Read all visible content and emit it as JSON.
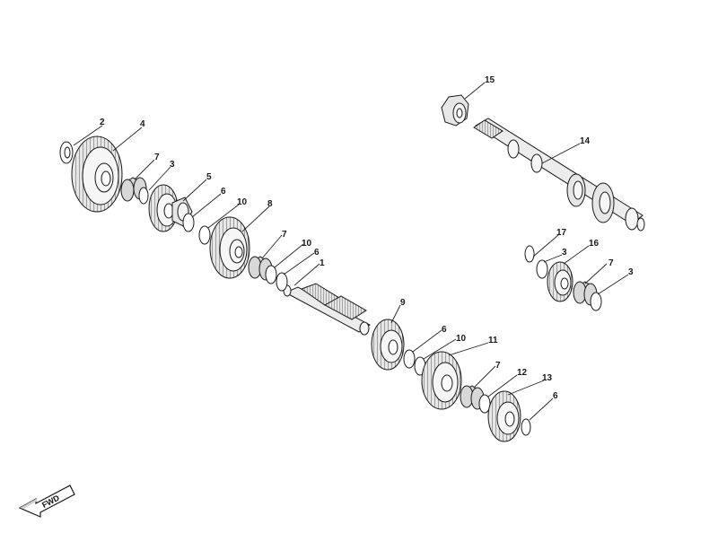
{
  "callouts": [
    "1",
    "2",
    "3",
    "3",
    "3",
    "4",
    "5",
    "6",
    "6",
    "6",
    "6",
    "7",
    "7",
    "7",
    "7",
    "8",
    "9",
    "10",
    "10",
    "10",
    "11",
    "12",
    "13",
    "14",
    "15",
    "16",
    "17"
  ],
  "fwd_label": "FWD"
}
